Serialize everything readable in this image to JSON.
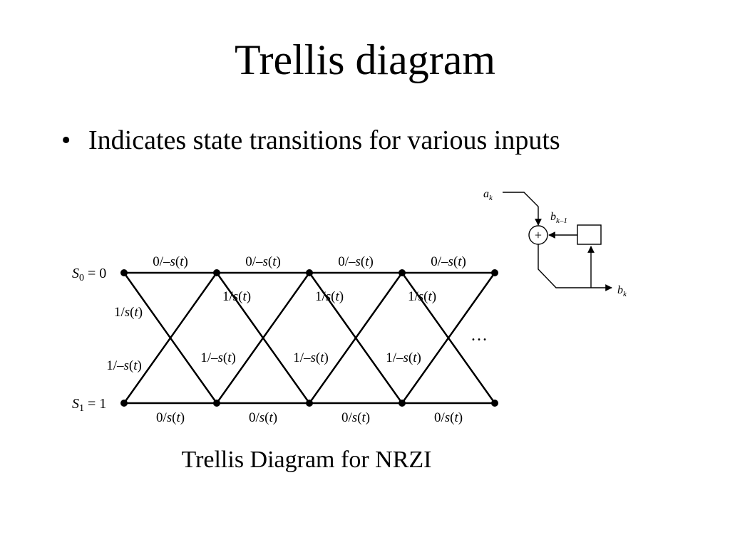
{
  "slide": {
    "title": "Trellis diagram",
    "bullet": "Indicates state transitions for various inputs",
    "caption": "Trellis Diagram for NRZI"
  },
  "trellis": {
    "states": [
      {
        "name": "S",
        "sub": "0",
        "value": "= 0"
      },
      {
        "name": "S",
        "sub": "1",
        "value": "= 1"
      }
    ],
    "stage_count": 4,
    "top_branch_label": {
      "pre": "0/–",
      "sym": "s",
      "arg": "t"
    },
    "bottom_branch_label": {
      "pre": "0/",
      "sym": "s",
      "arg": "t"
    },
    "cross_up_to_down_label": {
      "pre": "1/",
      "sym": "s",
      "arg": "t"
    },
    "cross_down_to_up_label": {
      "pre": "1/–",
      "sym": "s",
      "arg": "t"
    },
    "continuation": "…"
  },
  "encoder": {
    "input_label": {
      "sym": "a",
      "sub": "k"
    },
    "feedback_label": {
      "sym": "b",
      "sub": "k–1"
    },
    "output_label": {
      "sym": "b",
      "sub": "k"
    },
    "adder_symbol": "+"
  }
}
